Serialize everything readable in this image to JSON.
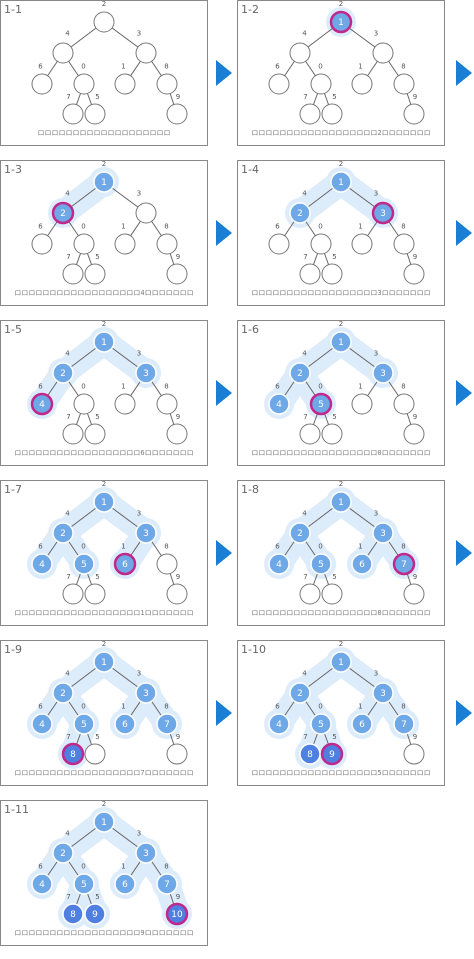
{
  "colors": {
    "panel_border": "#888888",
    "edge": "#666666",
    "node_empty_fill": "#ffffff",
    "node_empty_stroke": "#777777",
    "node_visited_fill": "#6ea8e6",
    "node_visited_fill_deep": "#4f7fe0",
    "node_current_stroke": "#c0288c",
    "highlight_band": "#dcecfb",
    "arrow": "#1a7ed4",
    "node_text": "#ffffff"
  },
  "tree": {
    "root_label": "2",
    "edge_labels": {
      "a_b": "4",
      "a_c": "3",
      "b_d": "6",
      "b_e": "0",
      "c_f": "1",
      "c_g": "8",
      "e_h": "7",
      "e_i": "5",
      "g_j": "9"
    }
  },
  "panels": [
    {
      "id": "1-1",
      "title": "1-1",
      "caption": "ロロロロロロロロロロロロロロロロロロロ",
      "visited": {},
      "current": ""
    },
    {
      "id": "1-2",
      "title": "1-2",
      "caption": "ロロロロロロロロロロロロロロロロロロ2ロロロロロロロ",
      "visited": {
        "a": "1"
      },
      "current": "a"
    },
    {
      "id": "1-3",
      "title": "1-3",
      "caption": "ロロロロロロロロロロロロロロロロロロ4ロロロロロロロ",
      "visited": {
        "a": "1",
        "b": "2"
      },
      "current": "b"
    },
    {
      "id": "1-4",
      "title": "1-4",
      "caption": "ロロロロロロロロロロロロロロロロロロ3ロロロロロロロ",
      "visited": {
        "a": "1",
        "b": "2",
        "c": "3"
      },
      "current": "c"
    },
    {
      "id": "1-5",
      "title": "1-5",
      "caption": "ロロロロロロロロロロロロロロロロロロ6ロロロロロロロ",
      "visited": {
        "a": "1",
        "b": "2",
        "c": "3",
        "d": "4"
      },
      "current": "d"
    },
    {
      "id": "1-6",
      "title": "1-6",
      "caption": "ロロロロロロロロロロロロロロロロロロ0ロロロロロロロ",
      "visited": {
        "a": "1",
        "b": "2",
        "c": "3",
        "d": "4",
        "e": "5"
      },
      "current": "e"
    },
    {
      "id": "1-7",
      "title": "1-7",
      "caption": "ロロロロロロロロロロロロロロロロロロ1ロロロロロロロ",
      "visited": {
        "a": "1",
        "b": "2",
        "c": "3",
        "d": "4",
        "e": "5",
        "f": "6"
      },
      "current": "f"
    },
    {
      "id": "1-8",
      "title": "1-8",
      "caption": "ロロロロロロロロロロロロロロロロロロ8ロロロロロロロ",
      "visited": {
        "a": "1",
        "b": "2",
        "c": "3",
        "d": "4",
        "e": "5",
        "f": "6",
        "g": "7"
      },
      "current": "g"
    },
    {
      "id": "1-9",
      "title": "1-9",
      "caption": "ロロロロロロロロロロロロロロロロロロ7ロロロロロロロ",
      "visited": {
        "a": "1",
        "b": "2",
        "c": "3",
        "d": "4",
        "e": "5",
        "f": "6",
        "g": "7",
        "h": "8"
      },
      "current": "h"
    },
    {
      "id": "1-10",
      "title": "1-10",
      "caption": "ロロロロロロロロロロロロロロロロロロ5ロロロロロロロ",
      "visited": {
        "a": "1",
        "b": "2",
        "c": "3",
        "d": "4",
        "e": "5",
        "f": "6",
        "g": "7",
        "h": "8",
        "i": "9"
      },
      "current": "i"
    },
    {
      "id": "1-11",
      "title": "1-11",
      "caption": "ロロロロロロロロロロロロロロロロロロ9ロロロロロロロ",
      "visited": {
        "a": "1",
        "b": "2",
        "c": "3",
        "d": "4",
        "e": "5",
        "f": "6",
        "g": "7",
        "h": "8",
        "i": "9",
        "j": "10"
      },
      "current": "j"
    }
  ]
}
